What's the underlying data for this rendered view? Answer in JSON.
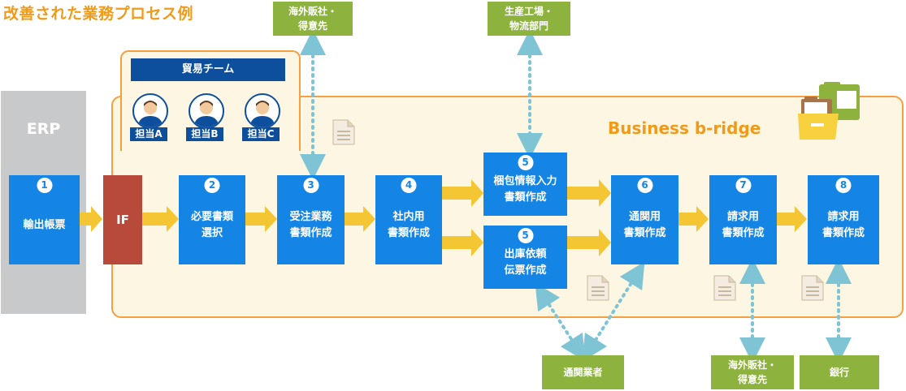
{
  "title": "改善された業務プロセス例",
  "erp": {
    "label": "ERP"
  },
  "if_label": "IF",
  "team": {
    "title": "貿易チーム",
    "members": [
      "担当A",
      "担当B",
      "担当C"
    ]
  },
  "platform": {
    "label": "Business b-ridge"
  },
  "steps": [
    {
      "num": "1",
      "label": "輸出帳票"
    },
    {
      "num": "2",
      "label": "必要書類\n選択"
    },
    {
      "num": "3",
      "label": "受注業務\n書類作成"
    },
    {
      "num": "4",
      "label": "社内用\n書類作成"
    },
    {
      "num": "5",
      "label": "梱包情報入力\n書類作成"
    },
    {
      "num": "5",
      "label": "出庫依頼\n伝票作成"
    },
    {
      "num": "6",
      "label": "通関用\n書類作成"
    },
    {
      "num": "7",
      "label": "請求用\n書類作成"
    },
    {
      "num": "8",
      "label": "請求用\n書類作成"
    }
  ],
  "external": {
    "overseas_top": "海外販社・\n得意先",
    "factory": "生産工場・\n物流部門",
    "customs": "通関業者",
    "overseas_bottom": "海外販社・\n得意先",
    "bank": "銀行"
  },
  "icons": [
    "document-icon",
    "folder-icon",
    "person-icon",
    "arrow-icon"
  ],
  "colors": {
    "step_blue": "#1485e5",
    "team_navy": "#0d4f9c",
    "if_red": "#b84a3c",
    "external_green": "#8db33e",
    "accent_orange": "#f09a1a",
    "arrow_yellow": "#f5c634",
    "link_teal": "#7fc4d4",
    "erp_gray": "#c8c9cb"
  }
}
